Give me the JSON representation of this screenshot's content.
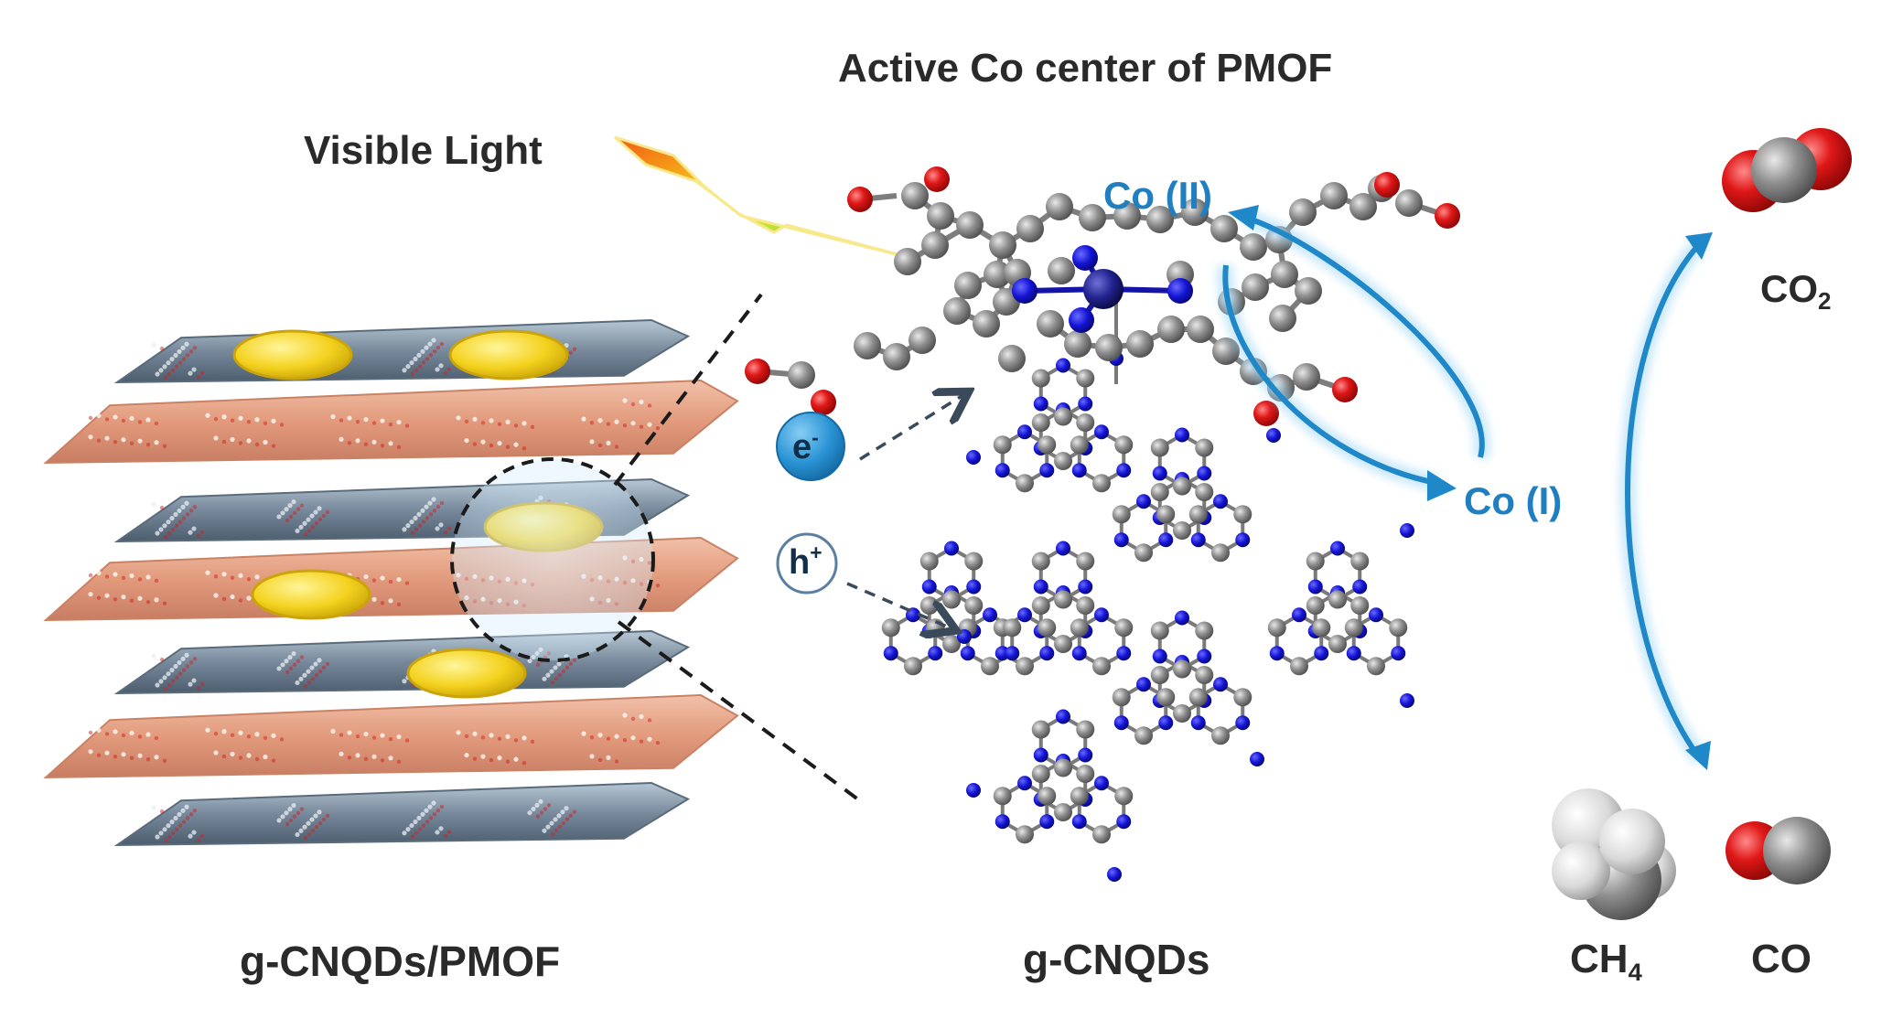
{
  "labels": {
    "title": "Active Co center of PMOF",
    "visible_light": "Visible Light",
    "co_ii": "Co (II)",
    "co_i": "Co (I)",
    "electron": "e",
    "electron_sup": "-",
    "hole": "h",
    "hole_sup": "+",
    "co2_base": "CO",
    "co2_sub": "2",
    "ch4_base": "CH",
    "ch4_sub": "4",
    "co": "CO",
    "composite": "g-CNQDs/PMOF",
    "gcnqds": "g-CNQDs"
  },
  "colors": {
    "accent_blue": "#1f7fc0",
    "pmof_layer": "#e3a286",
    "gcn_layer": "#7f8f9b",
    "quantum_dot": "#f4d21f",
    "nitrogen": "#1414d6",
    "carbon": "#8c8c8c",
    "oxygen": "#d81a1a",
    "cobalt": "#1c1c88"
  },
  "icons": {
    "light": "lightning-bolt-icon",
    "co2": "co2-molecule-icon",
    "co": "co-molecule-icon",
    "ch4": "methane-molecule-icon"
  }
}
